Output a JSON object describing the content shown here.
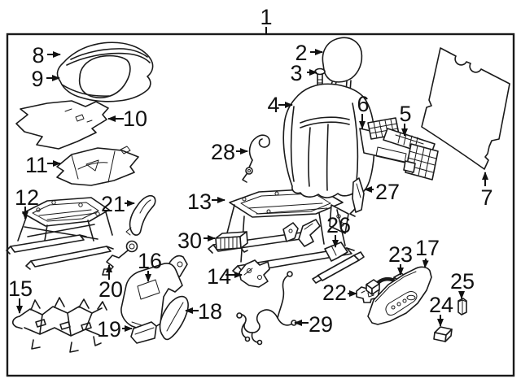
{
  "figure": {
    "description": "Exploded seat assembly parts diagram",
    "colors": {
      "line": "#1a1a1a",
      "text": "#111111",
      "background": "#ffffff"
    },
    "part_numbers": [
      "1",
      "2",
      "3",
      "4",
      "5",
      "6",
      "7",
      "8",
      "9",
      "10",
      "11",
      "12",
      "13",
      "14",
      "15",
      "16",
      "17",
      "18",
      "19",
      "20",
      "21",
      "22",
      "23",
      "24",
      "25",
      "26",
      "27",
      "28",
      "29",
      "30"
    ]
  }
}
